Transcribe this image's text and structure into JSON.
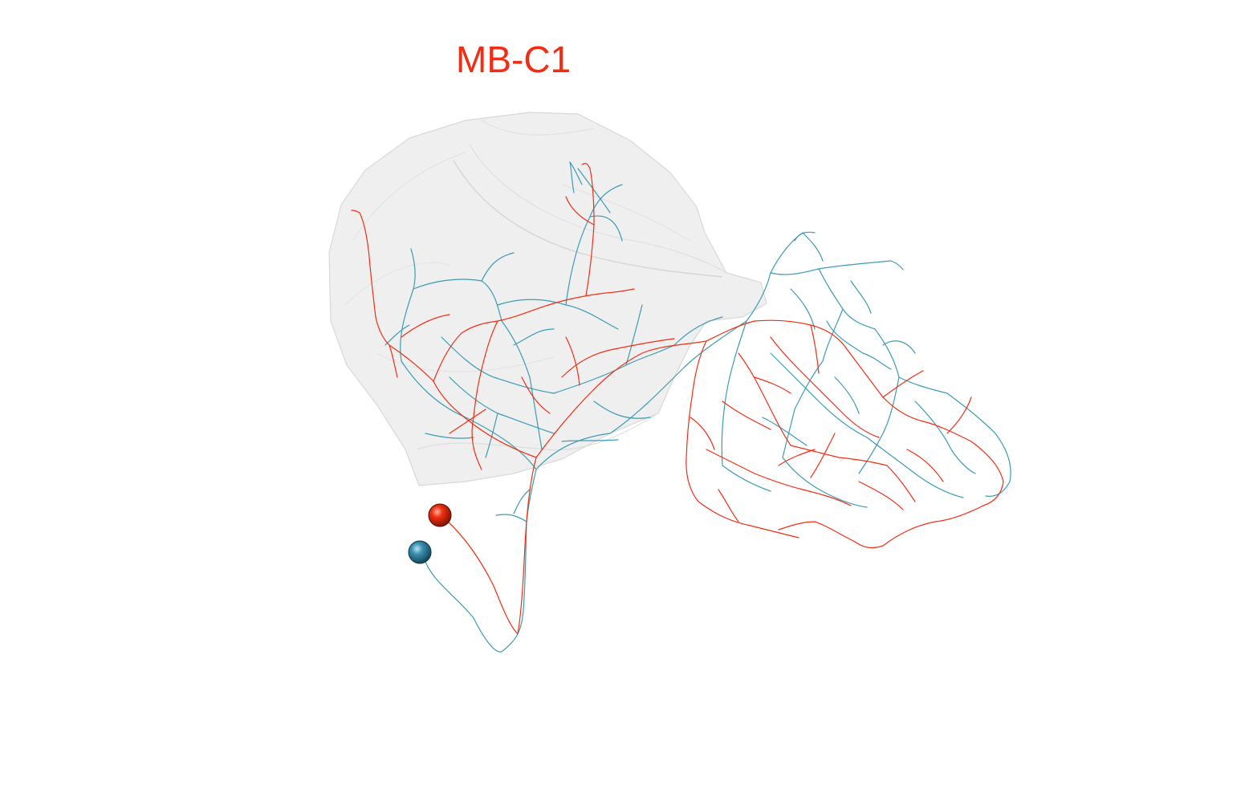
{
  "title": "MB-C1",
  "colors": {
    "title": "#f22d14",
    "neuron_red": "#f22d14",
    "neuron_blue": "#3d9bb4",
    "soma_red": "#e0220a",
    "soma_blue": "#3a8aa8",
    "mesh_fill": "#e9e9e9",
    "mesh_edge": "#d4d4d4",
    "background": "#ffffff"
  },
  "neurons": [
    {
      "name": "red",
      "color_key": "neuron_red"
    },
    {
      "name": "blue",
      "color_key": "neuron_blue"
    }
  ]
}
